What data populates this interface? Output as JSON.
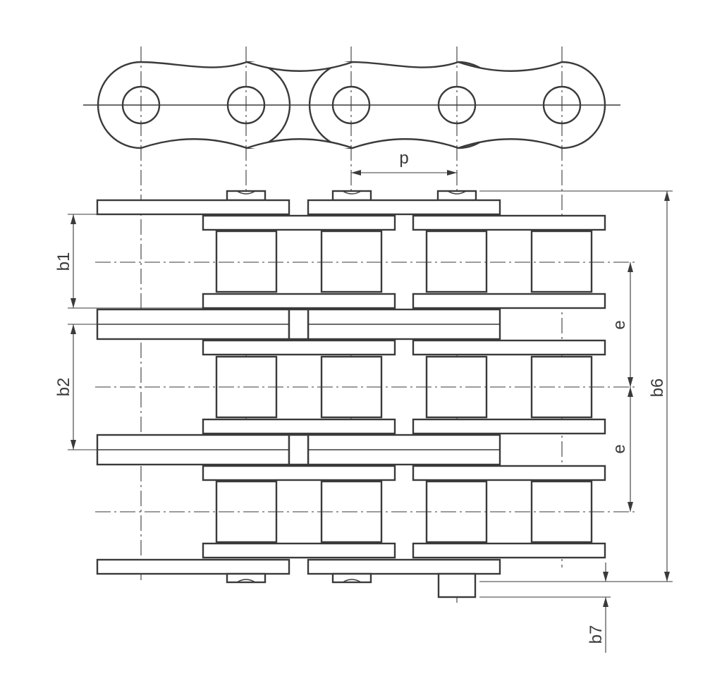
{
  "drawing": {
    "labels": {
      "pitch": "p",
      "inner_width": "b1",
      "spacing_width": "b2",
      "transverse_pitch_upper": "e",
      "transverse_pitch_lower": "e",
      "overall_width": "b6",
      "pin_extension": "b7"
    }
  }
}
